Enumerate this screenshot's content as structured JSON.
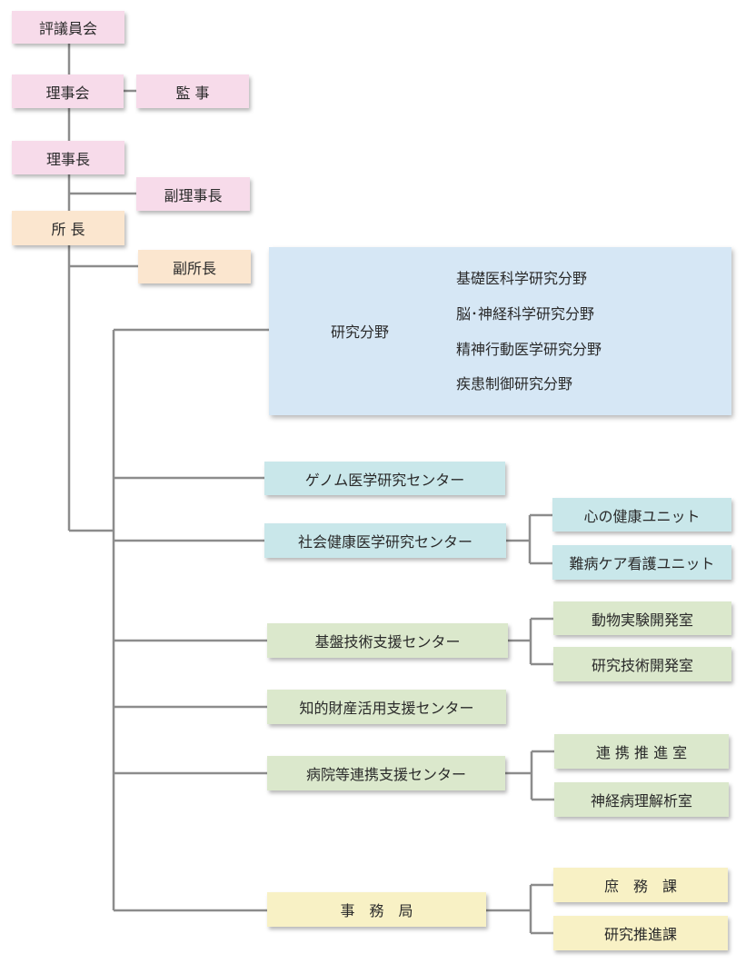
{
  "board": {
    "councillors": "評議員会",
    "board_of_directors": "理事会",
    "auditor": "監 事",
    "chairman": "理事長",
    "vice_chairman": "副理事長",
    "director": "所 長",
    "deputy_director": "副所長"
  },
  "research_area": {
    "title": "研究分野",
    "items": [
      "基礎医科学研究分野",
      "脳･神経科学研究分野",
      "精神行動医学研究分野",
      "疾患制御研究分野"
    ]
  },
  "centers": {
    "genome": "ゲノム医学研究センター",
    "social_health": {
      "label": "社会健康医学研究センター",
      "units": [
        "心の健康ユニット",
        "難病ケア看護ユニット"
      ]
    },
    "infrastructure": {
      "label": "基盤技術支援センター",
      "units": [
        "動物実験開発室",
        "研究技術開発室"
      ]
    },
    "ip": "知的財産活用支援センター",
    "hospital": {
      "label": "病院等連携支援センター",
      "units": [
        "連 携 推 進 室",
        "神経病理解析室"
      ]
    },
    "secretariat": {
      "label": "事　務　局",
      "units": [
        "庶　務　課",
        "研究推進課"
      ]
    }
  },
  "colors": {
    "board": "#f7dbea",
    "director": "#fbe6cf",
    "research": "#d6e7f5",
    "genome_social": "#c9e7ea",
    "support": "#dbe8cc",
    "secretariat": "#f8f1c5",
    "connector": "#8c8c8c"
  }
}
